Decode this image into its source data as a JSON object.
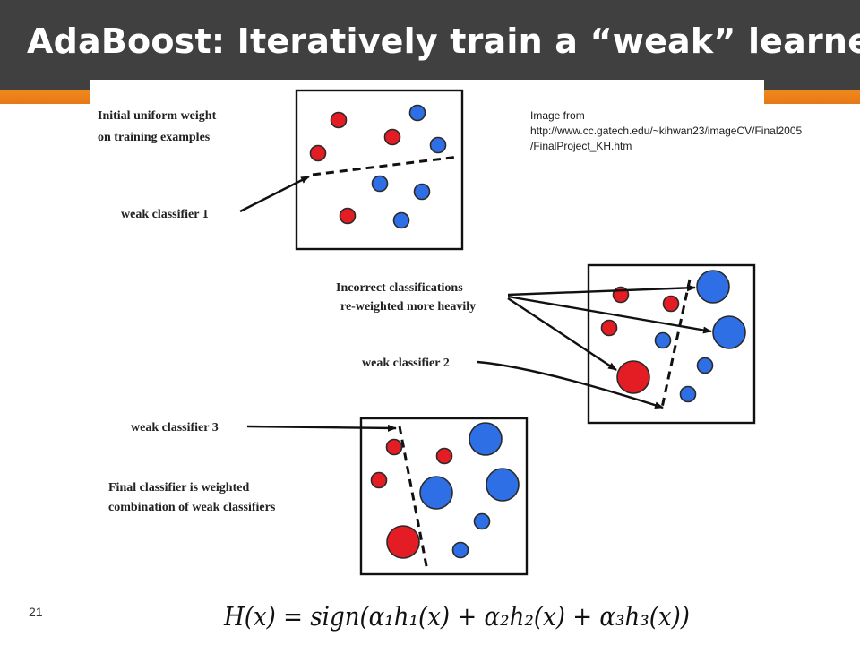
{
  "slide": {
    "title": "AdaBoost: Iteratively train a “weak” learner",
    "number": "21",
    "image_credit": {
      "line1": "Image from",
      "line2": "http://www.cc.gatech.edu/~kihwan23/imageCV/Final2005",
      "line3": "/FinalProject_KH.htm"
    }
  },
  "diagram": {
    "label_initial_1": "Initial uniform weight",
    "label_initial_2": "on training examples",
    "label_weak1": "weak classifier 1",
    "label_incorrect_1": "Incorrect classifications",
    "label_incorrect_2": "re-weighted more heavily",
    "label_weak2": "weak classifier 2",
    "label_weak3": "weak classifier 3",
    "label_final_1": "Final classifier is weighted",
    "label_final_2": "combination of weak classifiers",
    "formula": "H(x) = sign(α₁h₁(x) + α₂h₂(x) + α₃h₃(x))"
  },
  "colors": {
    "header": "#404040",
    "accent": "#e77817",
    "positive": "#2f6fe6",
    "negative": "#e41c23"
  }
}
